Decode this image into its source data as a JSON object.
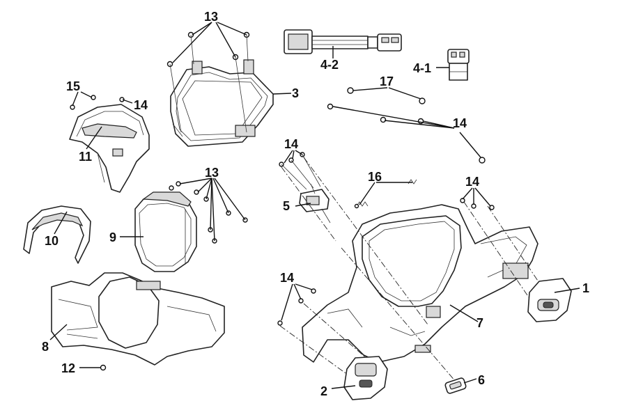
{
  "callouts": {
    "c1": "1",
    "c2": "2",
    "c3": "3",
    "c4_1": "4-1",
    "c4_2": "4-2",
    "c5": "5",
    "c6": "6",
    "c7": "7",
    "c8": "8",
    "c9": "9",
    "c10": "10",
    "c11": "11",
    "c12": "12",
    "c13_top": "13",
    "c13_mid": "13",
    "c14_a": "14",
    "c14_b": "14",
    "c14_c": "14",
    "c14_d": "14",
    "c14_e": "14",
    "c15": "15",
    "c16": "16",
    "c17": "17"
  }
}
